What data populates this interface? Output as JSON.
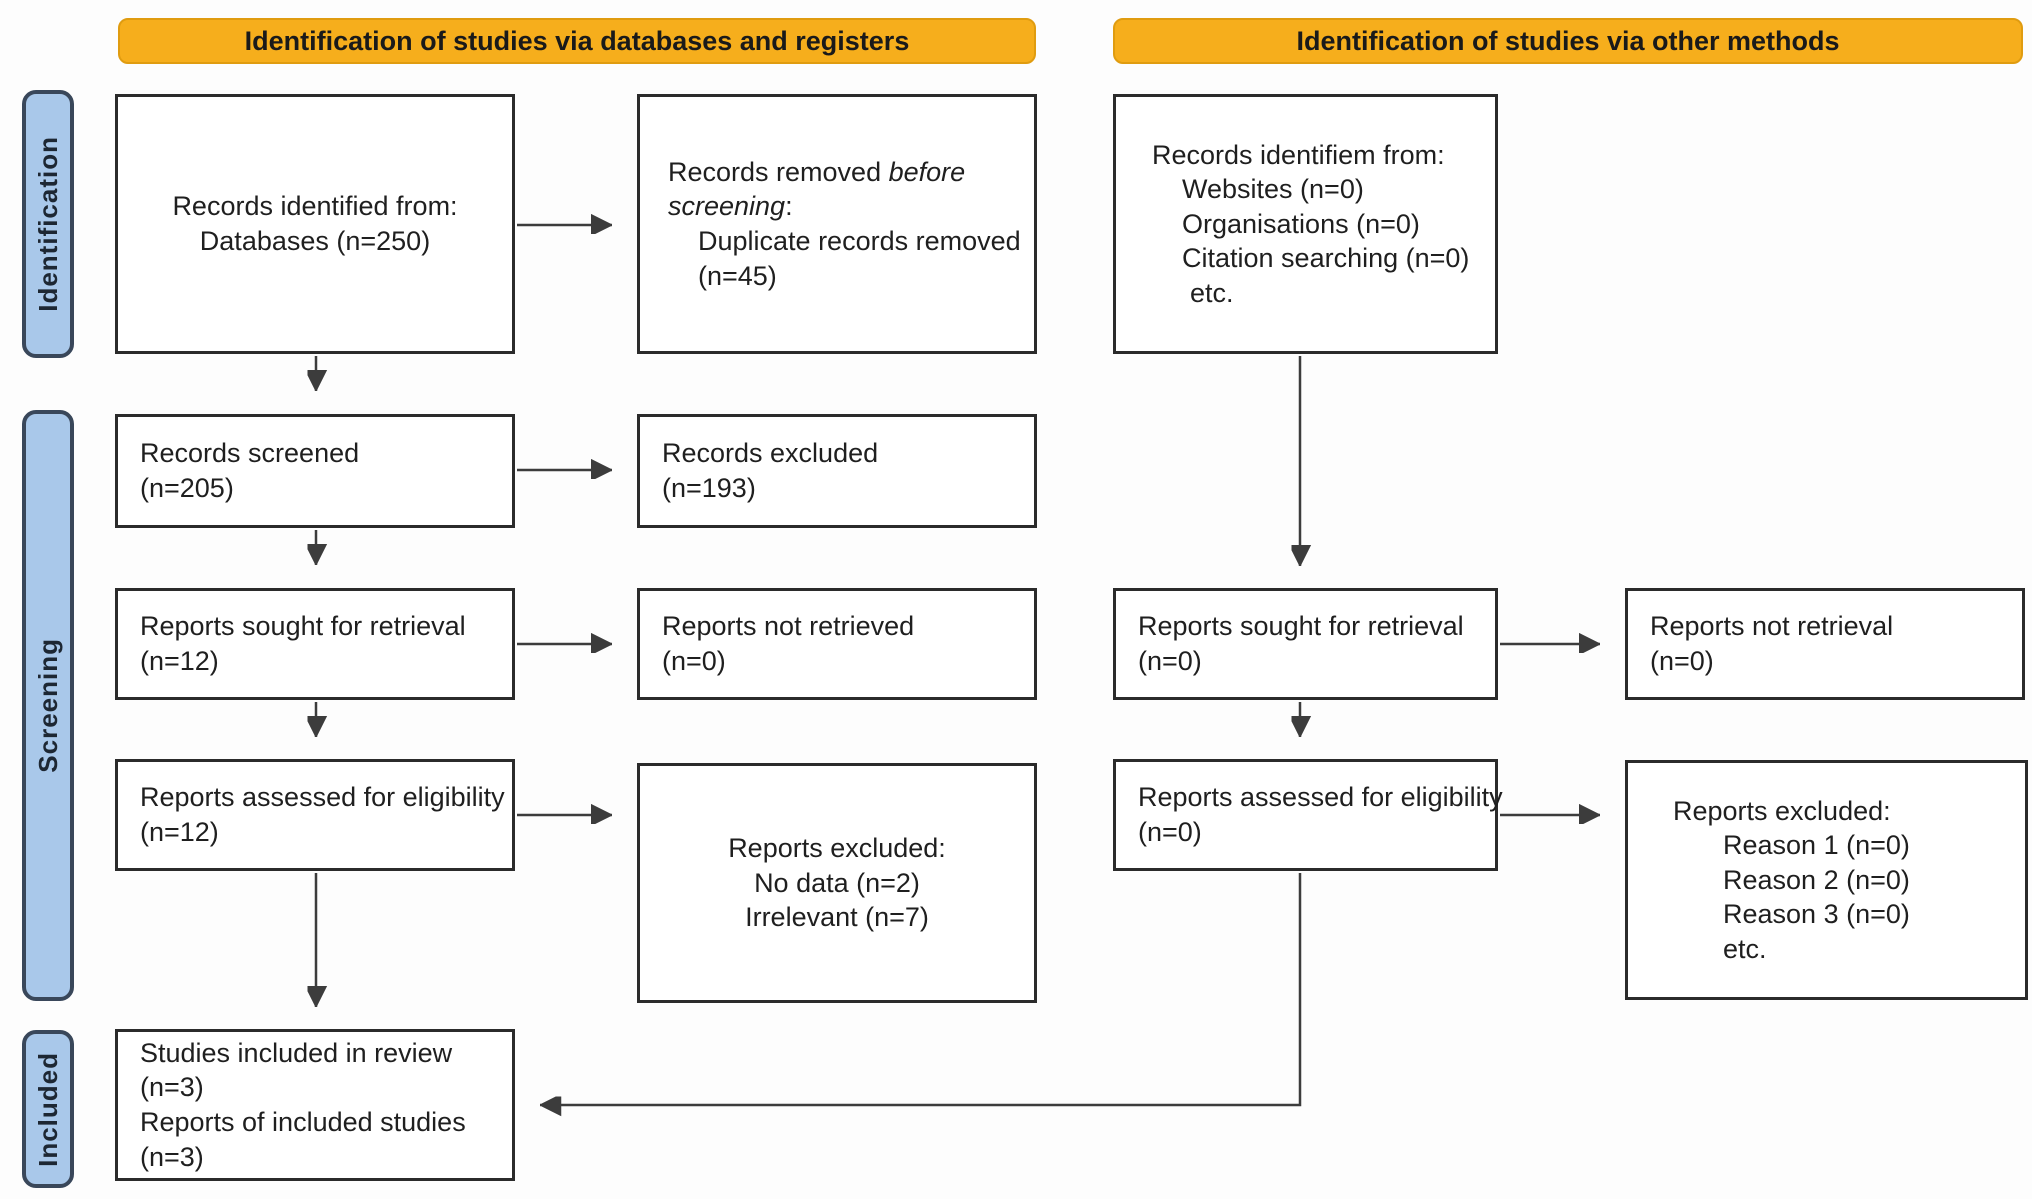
{
  "banners": {
    "left": "Identification of studies via databases and registers",
    "right": "Identification of studies via other methods"
  },
  "stages": {
    "identification": "Identification",
    "screening": "Screening",
    "included": "Included"
  },
  "left_flow": {
    "identified": [
      "Records identified from:",
      "Databases (n=250)"
    ],
    "removed": {
      "prefix": "Records removed ",
      "italic": "before screening",
      "suffix": ":",
      "detail": "Duplicate records removed",
      "count": "(n=45)"
    },
    "screened": [
      "Records screened",
      "(n=205)"
    ],
    "records_excluded": [
      "Records excluded",
      "(n=193)"
    ],
    "sought": [
      "Reports sought for retrieval",
      "(n=12)"
    ],
    "not_retrieved": [
      "Reports not retrieved",
      "(n=0)"
    ],
    "assessed": [
      "Reports assessed for eligibility",
      "(n=12)"
    ],
    "reports_excluded": [
      "Reports excluded:",
      "No data (n=2)",
      "Irrelevant (n=7)"
    ],
    "included": [
      "Studies included in review",
      "(n=3)",
      "Reports of included studies",
      "(n=3)"
    ]
  },
  "right_flow": {
    "identified": [
      "Records identifiem from:",
      "Websites (n=0)",
      "Organisations (n=0)",
      "Citation searching (n=0)",
      "etc."
    ],
    "sought": [
      "Reports sought for retrieval",
      "(n=0)"
    ],
    "not_retrieved": [
      "Reports not retrieval",
      "(n=0)"
    ],
    "assessed": [
      "Reports assessed for eligibility",
      "(n=0)"
    ],
    "reports_excluded": [
      "Reports excluded:",
      "Reason 1 (n=0)",
      "Reason 2 (n=0)",
      "Reason 3 (n=0)",
      "etc."
    ]
  },
  "colors": {
    "banner_fill": "#F6AE1C",
    "stage_fill": "#A9C8EA",
    "stage_border": "#39475A",
    "box_border": "#2B2B2B",
    "arrow": "#3C3C3C"
  }
}
